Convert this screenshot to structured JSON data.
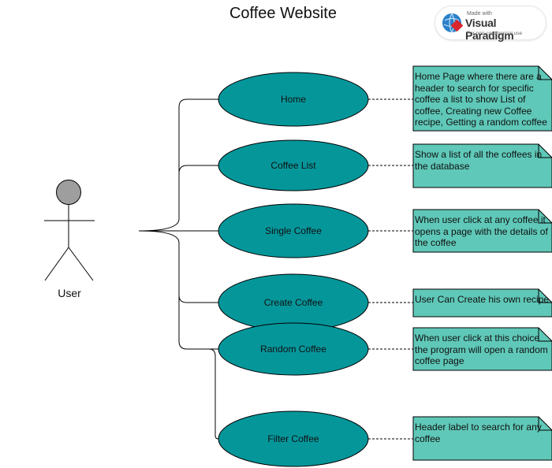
{
  "diagram": {
    "title": "Coffee Website",
    "actor": {
      "label": "User"
    },
    "use_cases": [
      {
        "label": "Home"
      },
      {
        "label": "Coffee List"
      },
      {
        "label": "Single Coffee"
      },
      {
        "label": "Create Coffee"
      },
      {
        "label": "Random Coffee"
      },
      {
        "label": "Filter Coffee"
      }
    ],
    "notes": [
      {
        "text": "Home Page where there are a header to search for specific coffee a list to show List of coffee, Creating new Coffee recipe, Getting a random coffee"
      },
      {
        "text": "Show a list of all the coffees in the database"
      },
      {
        "text": "When user click at any coffee it opens a page with the details of the coffee"
      },
      {
        "text": "User Can Create his own recipe"
      },
      {
        "text": "When user click at this choice the program will open a random coffee page"
      },
      {
        "text": "Header label to search for any coffee"
      }
    ],
    "colors": {
      "use_case_fill": "#05969a",
      "note_fill": "#5fc8b8",
      "actor_head": "#9e9e9e",
      "line": "#000000"
    }
  },
  "watermark": {
    "made_with": "Made with",
    "brand": "Visual Paradigm",
    "usage": "For non-commercial use"
  }
}
